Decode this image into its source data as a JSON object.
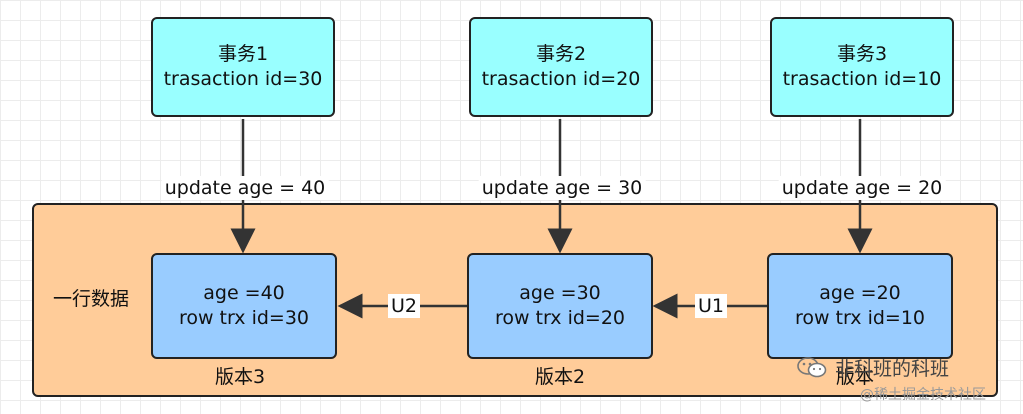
{
  "transactions": [
    {
      "name": "事务1",
      "detail": "trasaction id=30",
      "update": "update age = 40"
    },
    {
      "name": "事务2",
      "detail": "trasaction id=20",
      "update": "update age = 30"
    },
    {
      "name": "事务3",
      "detail": "trasaction id=10",
      "update": "update age = 20"
    }
  ],
  "row_label": "一行数据",
  "versions": [
    {
      "line1": "age =40",
      "line2": "row trx  id=30",
      "label": "版本3"
    },
    {
      "line1": "age =30",
      "line2": "row trx  id=20",
      "label": "版本2"
    },
    {
      "line1": "age =20",
      "line2": "row trx  id=10",
      "label": "版本"
    }
  ],
  "undo_links": [
    "U2",
    "U1"
  ],
  "watermark": {
    "text": "非科班的科班",
    "sub": "@稀土掘金技术社区"
  },
  "colors": {
    "transaction": "#99ffff",
    "version": "#99ccff",
    "container": "#ffcc99"
  }
}
